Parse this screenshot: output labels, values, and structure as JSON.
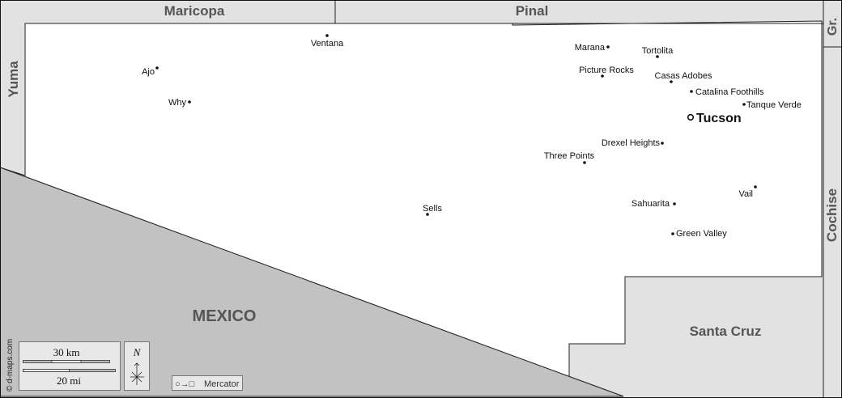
{
  "regions": {
    "maricopa": "Maricopa",
    "pinal": "Pinal",
    "graham": "Gr.",
    "yuma": "Yuma",
    "cochise": "Cochise",
    "santa_cruz": "Santa Cruz",
    "mexico": "MEXICO"
  },
  "cities": [
    {
      "name": "Ventana",
      "capital": false
    },
    {
      "name": "Ajo",
      "capital": false
    },
    {
      "name": "Why",
      "capital": false
    },
    {
      "name": "Marana",
      "capital": false
    },
    {
      "name": "Tortolita",
      "capital": false
    },
    {
      "name": "Picture Rocks",
      "capital": false
    },
    {
      "name": "Casas Adobes",
      "capital": false
    },
    {
      "name": "Catalina Foothills",
      "capital": false
    },
    {
      "name": "Tanque Verde",
      "capital": false
    },
    {
      "name": "Tucson",
      "capital": true
    },
    {
      "name": "Drexel Heights",
      "capital": false
    },
    {
      "name": "Three Points",
      "capital": false
    },
    {
      "name": "Sells",
      "capital": false
    },
    {
      "name": "Vail",
      "capital": false
    },
    {
      "name": "Sahuarita",
      "capital": false
    },
    {
      "name": "Green Valley",
      "capital": false
    }
  ],
  "scale": {
    "km": "30 km",
    "mi": "20 mi"
  },
  "north": "N",
  "projection": "Mercator",
  "projection_symbol": "○→□",
  "credit": "© d-maps.com",
  "colors": {
    "outside": "#e2e2e2",
    "county": "#ffffff",
    "mexico": "#c2c2c2",
    "label": "#555555"
  }
}
